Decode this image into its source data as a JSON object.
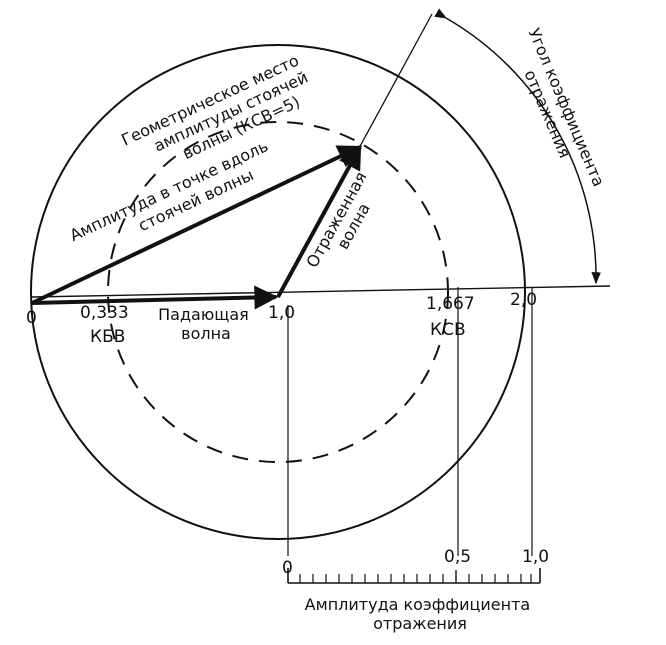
{
  "axis_labels": {
    "zero": "0",
    "nbv_value": "0,333",
    "nbv_name": "КБВ",
    "one": "1,0",
    "ksv_value": "1,667",
    "ksv_name": "КСВ",
    "two": "2,0"
  },
  "incident_wave": {
    "line1": "Падающая",
    "line2": "волна"
  },
  "reflected_wave": {
    "line1": "Отраженная",
    "line2": "волна"
  },
  "amplitude_along": {
    "line1": "Амплитуда в точке вдоль",
    "line2": "стоячей волны"
  },
  "locus": {
    "line1": "Геометрическое место",
    "line2": "амплитуды стоячей",
    "line3": "волны (КСВ=5)"
  },
  "reflection_angle": {
    "line1": "Угол коэффициента",
    "line2": "отражения"
  },
  "scale": {
    "zero": "0",
    "half": "0,5",
    "one": "1,0",
    "title_line1": "Амплитуда коэффициента",
    "title_line2": "отражения"
  },
  "colors": {
    "ink": "#111111",
    "paper": "#ffffff"
  }
}
